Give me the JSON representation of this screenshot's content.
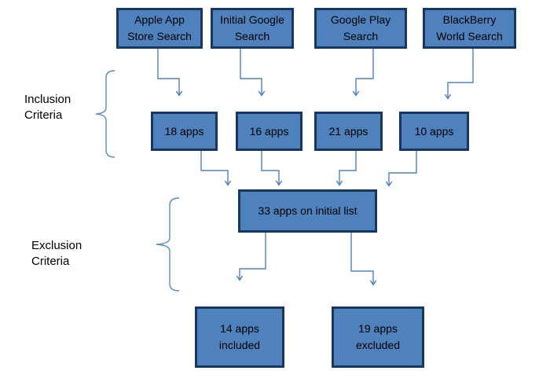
{
  "diagram": {
    "sources": [
      {
        "label": "Apple App\nStore Search"
      },
      {
        "label": "Initial Google\nSearch"
      },
      {
        "label": "Google Play\nSearch"
      },
      {
        "label": "BlackBerry\nWorld Search"
      }
    ],
    "counts": [
      {
        "label": "18 apps"
      },
      {
        "label": "16 apps"
      },
      {
        "label": "21 apps"
      },
      {
        "label": "10 apps"
      }
    ],
    "merge": {
      "label": "33 apps on initial list"
    },
    "outcomes": [
      {
        "label": "14 apps\nincluded"
      },
      {
        "label": "19 apps\nexcluded"
      }
    ],
    "criteria_labels": [
      {
        "label": "Inclusion\nCriteria"
      },
      {
        "label": "Exclusion\nCriteria"
      }
    ],
    "colors": {
      "box_fill": "#4f81bd",
      "box_border": "#17375e",
      "connector": "#4f81bd",
      "brace": "#5b8ac2",
      "text": "#000000",
      "background": "#ffffff"
    }
  }
}
